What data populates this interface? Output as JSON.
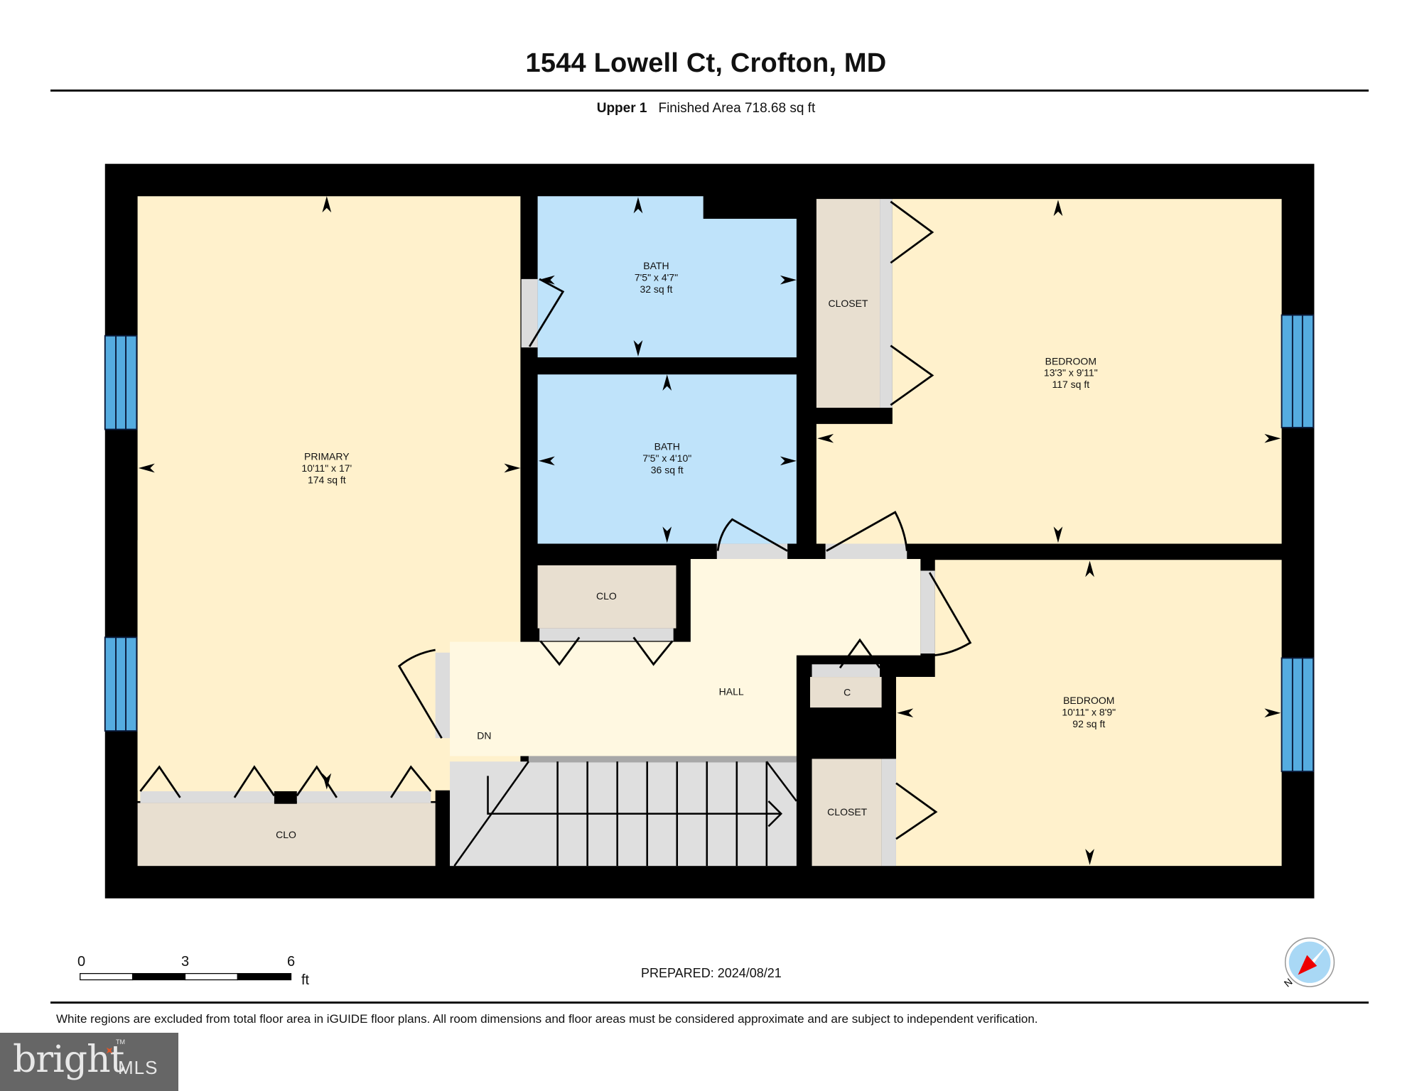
{
  "header": {
    "title": "1544 Lowell Ct, Crofton, MD",
    "level": "Upper 1",
    "finished_area": "Finished Area 718.68 sq ft"
  },
  "rooms": {
    "primary": {
      "name": "PRIMARY",
      "dims": "10'11\" x 17'",
      "area": "174 sq ft"
    },
    "bath1": {
      "name": "BATH",
      "dims": "7'5\" x 4'7\"",
      "area": "32 sq ft"
    },
    "bath2": {
      "name": "BATH",
      "dims": "7'5\" x 4'10\"",
      "area": "36 sq ft"
    },
    "bedroom1": {
      "name": "BEDROOM",
      "dims": "13'3\" x 9'11\"",
      "area": "117 sq ft"
    },
    "bedroom2": {
      "name": "BEDROOM",
      "dims": "10'11\" x 8'9\"",
      "area": "92 sq ft"
    },
    "closet_top": {
      "name": "CLOSET"
    },
    "closet_bottom": {
      "name": "CLOSET"
    },
    "clo_hall": {
      "name": "CLO"
    },
    "clo_primary": {
      "name": "CLO"
    },
    "c_small": {
      "name": "C"
    },
    "hall": {
      "name": "HALL"
    },
    "stairs": {
      "name": "DN"
    }
  },
  "scale_bar": {
    "ticks": [
      "0",
      "3",
      "6"
    ],
    "unit": "ft"
  },
  "compass": {
    "label": "N"
  },
  "footer": {
    "prepared": "PREPARED: 2024/08/21",
    "disclaimer": "White regions are excluded from total floor area in iGUIDE floor plans. All room dimensions and floor areas must be considered approximate and are subject to independent verification."
  },
  "logo": {
    "brand": "bright",
    "suffix": "MLS",
    "tm": "TM"
  },
  "colors": {
    "wall": "#000000",
    "bedroom": "#FFF1CC",
    "bath": "#BFE3FA",
    "hall": "#FFF8E1",
    "closet": "#E8DFD0",
    "door_strip": "#DCDCDC",
    "stairs": "#DFDFDF",
    "window": "#55ACE0"
  }
}
